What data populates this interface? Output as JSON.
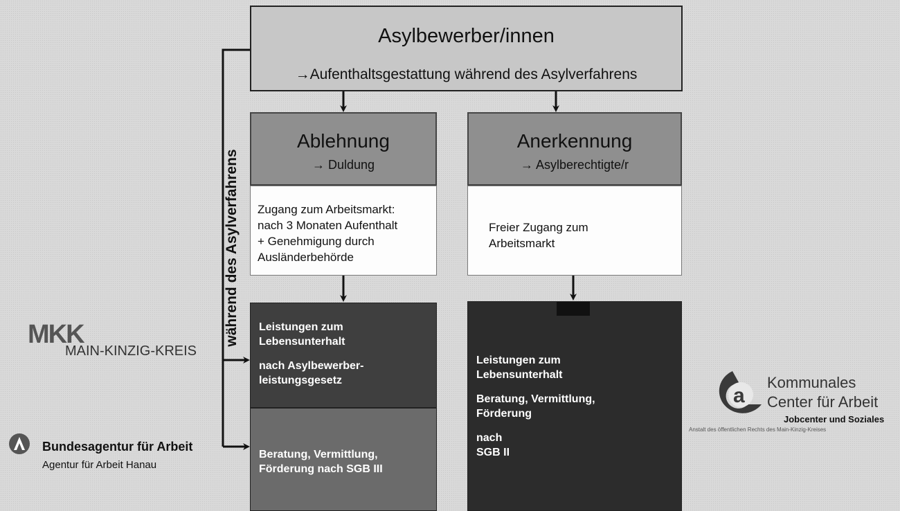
{
  "top": {
    "title": "Asylbewerber/innen",
    "subtitle": "→Aufenthaltsgestattung während des Asylverfahrens"
  },
  "side_label": "während des Asylverfahrens",
  "left": {
    "title": "Ablehnung",
    "subtitle": "→ Duldung",
    "access_lines": [
      "Zugang zum Arbeitsmarkt:",
      "nach 3 Monaten Aufenthalt",
      "+ Genehmigung durch",
      "Ausländerbehörde"
    ],
    "benefits_lines": [
      "Leistungen zum",
      "Lebensunterhalt"
    ],
    "law_lines": [
      "nach Asylbewerber-",
      "leistungsgesetz"
    ],
    "counsel_lines": [
      "Beratung, Vermittlung,",
      "Förderung nach SGB III"
    ]
  },
  "right": {
    "title": "Anerkennung",
    "subtitle": "→ Asylberechtigte/r",
    "access_lines": [
      "Freier Zugang zum",
      "Arbeitsmarkt"
    ],
    "benefits_lines": [
      "Leistungen zum",
      "Lebensunterhalt"
    ],
    "counsel_lines": [
      "Beratung, Vermittlung,",
      "Förderung"
    ],
    "law_lines": [
      "nach",
      "SGB II"
    ]
  },
  "logos": {
    "mkk_letters": "MKK",
    "mkk_name": "MAIN-KINZIG-KREIS",
    "ba_name": "Bundesagentur für Arbeit",
    "ba_sub": "Agentur für Arbeit Hanau",
    "kca_line1": "Kommunales",
    "kca_line2": "Center für Arbeit",
    "kca_line3": "Jobcenter und Soziales",
    "kca_line4": "Anstalt des öffentlichen Rechts des Main-Kinzig-Kreises"
  }
}
